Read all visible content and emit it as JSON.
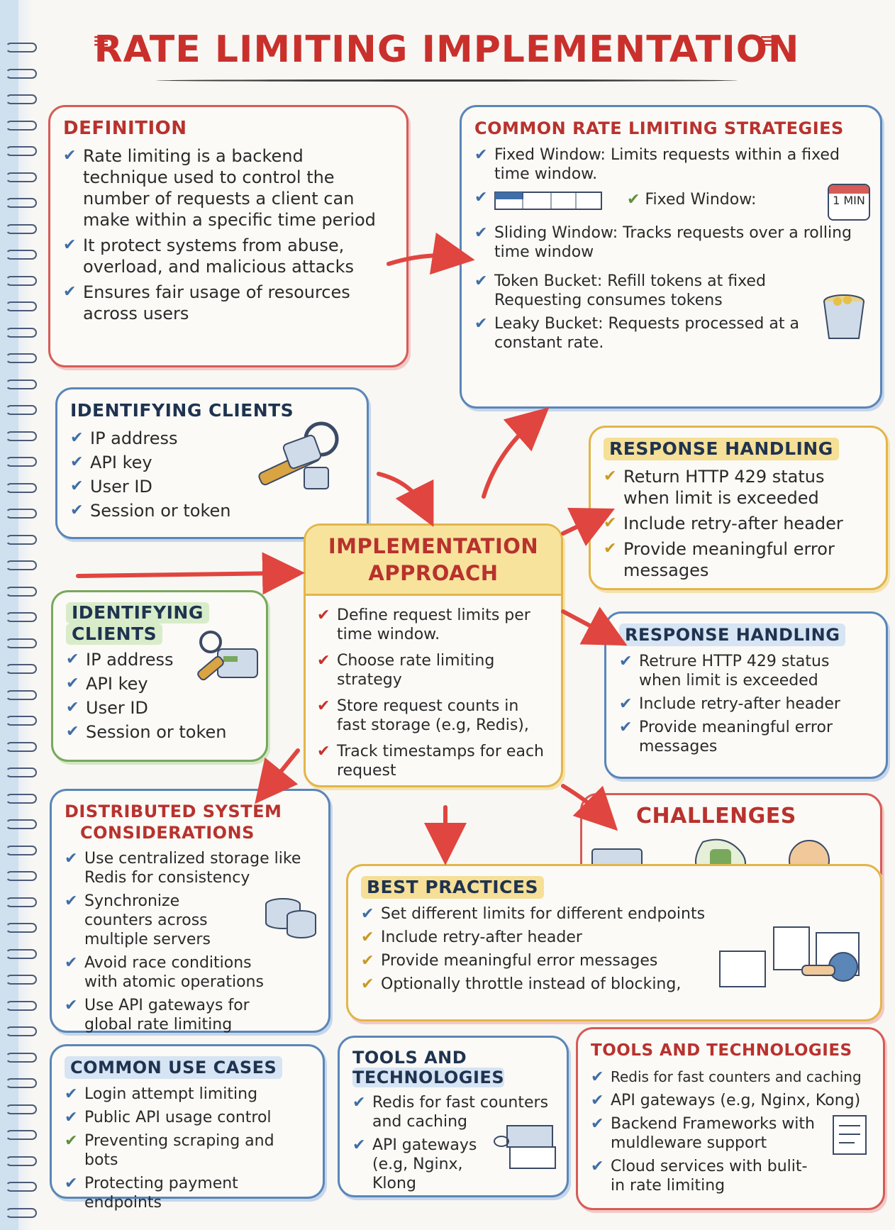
{
  "title": "RATE LIMITING IMPLEMENTATION",
  "definition": {
    "heading": "DEFINITION",
    "items": [
      "Rate limiting is a backend technique used to control the number of requests a client can make within a specific time period",
      "It protect systems from abuse, overload, and malicious attacks",
      "Ensures fair usage of resources across users"
    ]
  },
  "strategies": {
    "heading": "COMMON RATE LIMITING STRATEGIES",
    "items": [
      "Fixed Window: Limits requests within a fixed time window.",
      "Fixed Window:",
      "Sliding Window: Tracks requests over a rolling time window",
      "Token Bucket: Refill tokens at fixed Requesting consumes tokens",
      "Leaky Bucket: Requests processed at a constant rate."
    ],
    "calendar_label": "1 MIN"
  },
  "identifying1": {
    "heading": "IDENTIFYING CLIENTS",
    "items": [
      "IP address",
      "API key",
      "User ID",
      "Session or token"
    ]
  },
  "response1": {
    "heading": "RESPONSE HANDLING",
    "items": [
      "Return HTTP 429 status when limit is exceeded",
      "Include retry-after header",
      "Provide meaningful error messages"
    ]
  },
  "implementation": {
    "heading_line1": "IMPLEMENTATION",
    "heading_line2": "APPROACH",
    "items": [
      "Define request limits per time window.",
      "Choose rate limiting strategy",
      "Store request counts in fast storage (e.g, Redis),",
      "Track timestamps for each request"
    ]
  },
  "identifying2": {
    "heading_line1": "IDENTIFYING",
    "heading_line2": "CLIENTS",
    "items": [
      "IP address",
      "API key",
      "User ID",
      "Session or token"
    ]
  },
  "response2": {
    "heading": "RESPONSE HANDLING",
    "items": [
      "Retrure HTTP 429 status when limit is exceeded",
      "Include retry-after header",
      "Provide meaningful error messages"
    ]
  },
  "distributed": {
    "heading_line1": "DISTRIBUTED SYSTEM",
    "heading_line2": "CONSIDERATIONS",
    "items": [
      "Use centralized storage like Redis for consistency",
      "Synchronize counters across multiple servers",
      "Avoid race conditions with atomic operations",
      "Use API gateways for global rate limiting"
    ]
  },
  "challenges": {
    "heading": "CHALLENGES"
  },
  "best": {
    "heading": "BEST PRACTICES",
    "items": [
      "Set different limits for different endpoints",
      "Include retry-after header",
      "Provide meaningful error messages",
      "Optionally throttle instead of blocking,"
    ]
  },
  "usecases": {
    "heading": "COMMON USE CASES",
    "items": [
      "Login attempt limiting",
      "Public API usage control",
      "Preventing scraping and bots",
      "Protecting payment endpoints"
    ]
  },
  "tools1": {
    "heading_line1": "TOOLS AND",
    "heading_line2": "TECHNOLOGIES",
    "items": [
      "Redis for fast counters and caching",
      "API gateways (e.g, Nginx, Klong"
    ]
  },
  "tools2": {
    "heading": "TOOLS AND TECHNOLOGIES",
    "items": [
      "Redis for fast counters and caching",
      "API gateways (e.g, Nginx, Kong)",
      "Backend Frameworks with muldleware support",
      "Cloud services with bulit-in rate limiting"
    ]
  }
}
